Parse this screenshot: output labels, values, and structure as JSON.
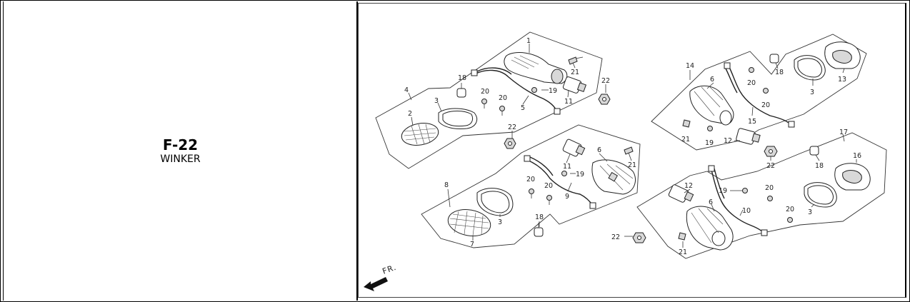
{
  "header": {
    "code": "F-22",
    "name": "WINKER"
  },
  "direction_label": "FR.",
  "labels": {
    "l1": "1",
    "l2": "2",
    "l3a": "3",
    "l3b": "3",
    "l3c": "3",
    "l3d": "3",
    "l4": "4",
    "l5": "5",
    "l6a": "6",
    "l6b": "6",
    "l6c": "6",
    "l7": "7",
    "l8": "8",
    "l9": "9",
    "l10": "10",
    "l11a": "11",
    "l11b": "11",
    "l12a": "12",
    "l12b": "12",
    "l13": "13",
    "l14": "14",
    "l15": "15",
    "l16": "16",
    "l17": "17",
    "l18a": "18",
    "l18b": "18",
    "l18c": "18",
    "l18d": "18",
    "l19a": "19",
    "l19b": "19",
    "l19c": "19",
    "l19d": "19",
    "l20a": "20",
    "l20b": "20",
    "l20c": "20",
    "l20d": "20",
    "l20e": "20",
    "l20f": "20",
    "l20g": "20",
    "l20h": "20",
    "l21a": "21",
    "l21b": "21",
    "l21c": "21",
    "l21d": "21",
    "l22a": "22",
    "l22b": "22",
    "l22c": "22",
    "l22d": "22"
  }
}
